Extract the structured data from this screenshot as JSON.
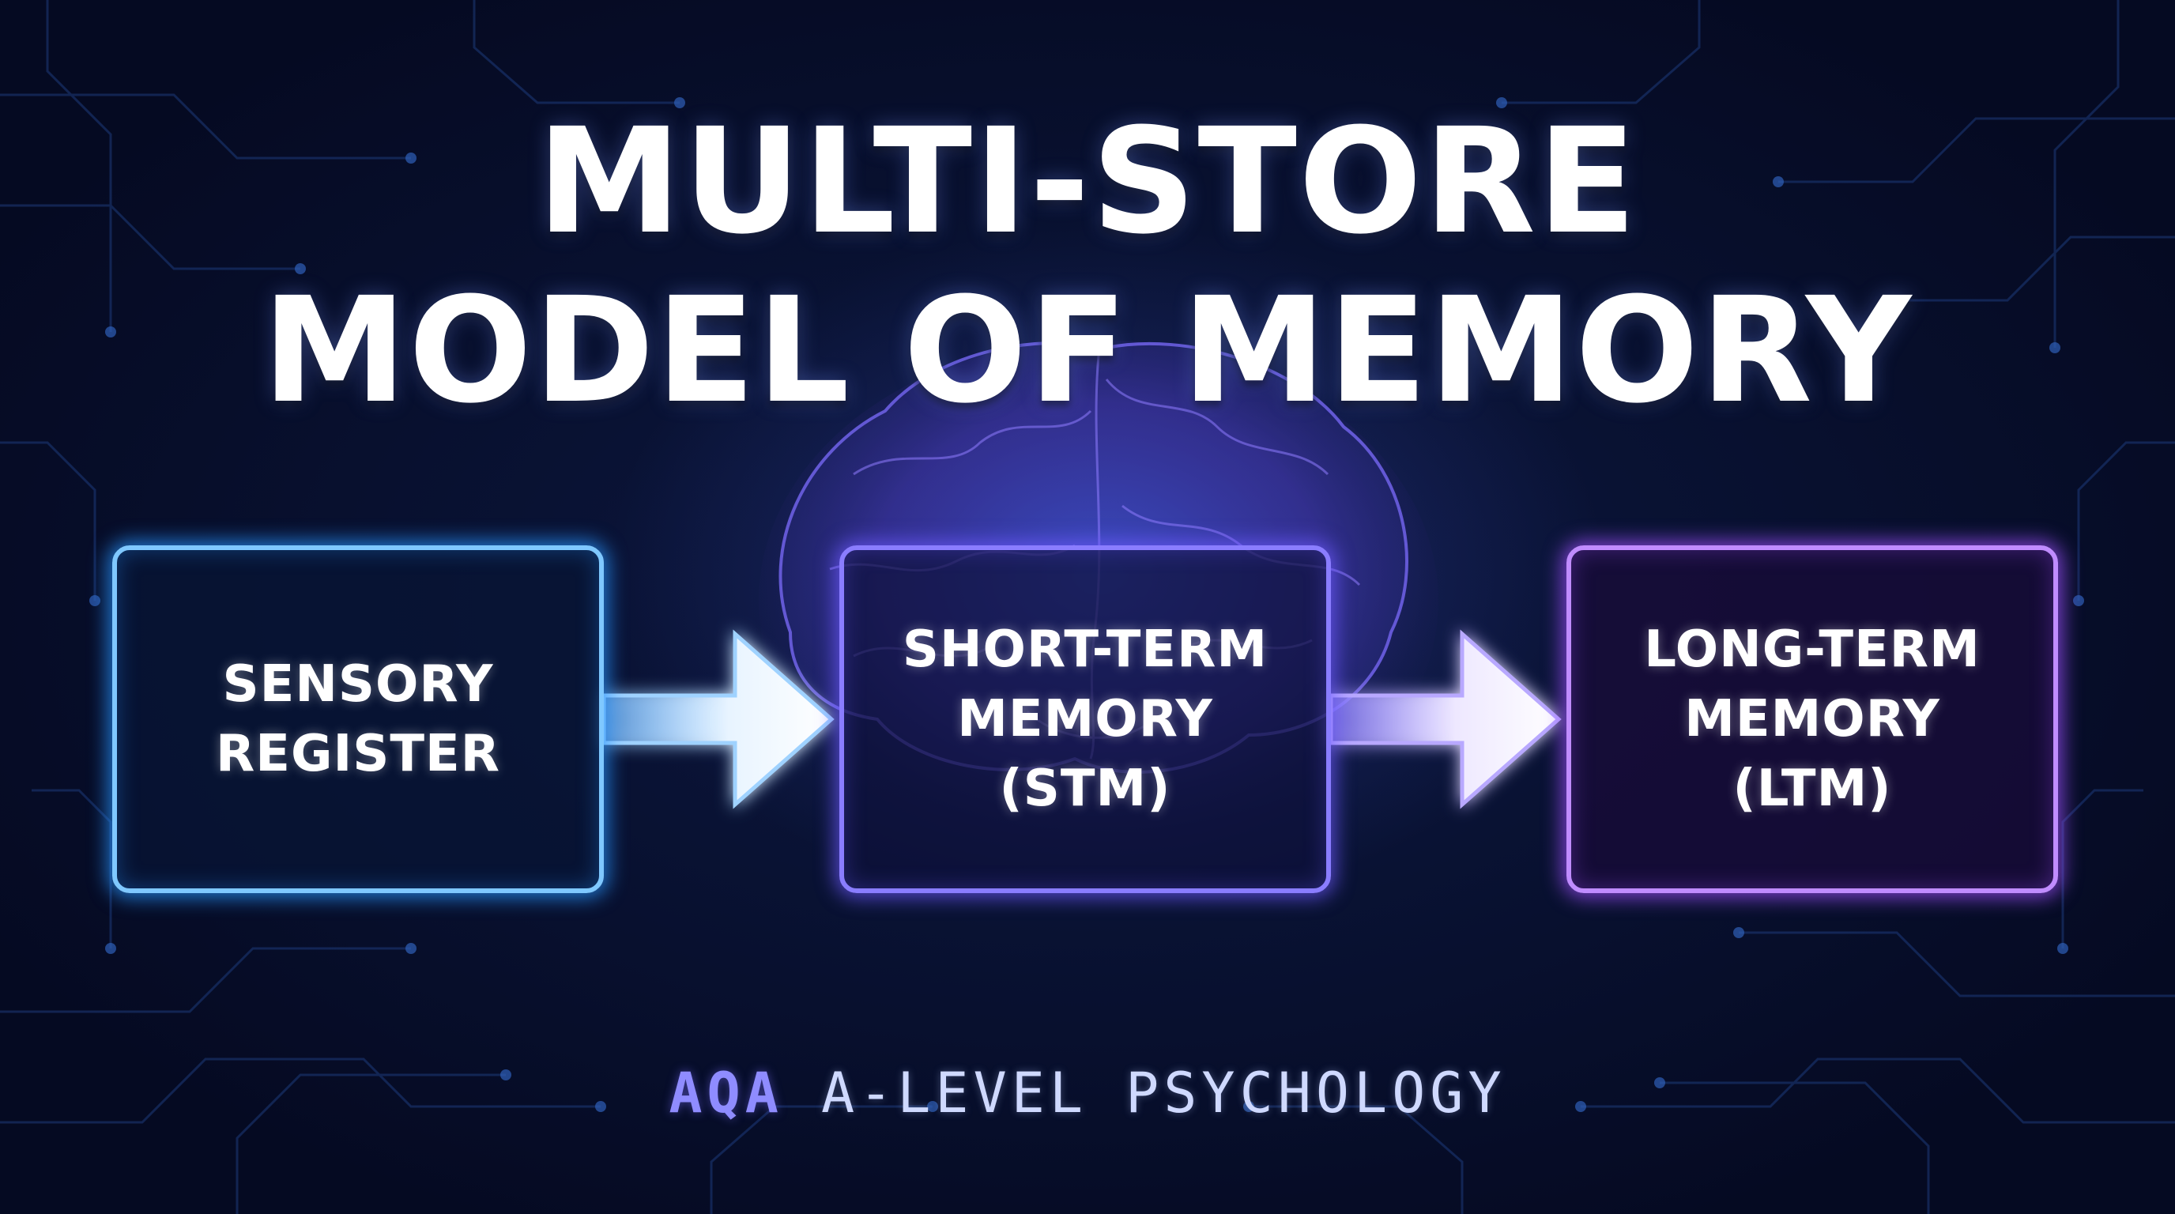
{
  "title": {
    "line1": "MULTI-STORE",
    "line2": "MODEL OF MEMORY"
  },
  "stores": [
    {
      "label": "SENSORY\nREGISTER",
      "color": "#7fc8ff"
    },
    {
      "label": "SHORT-TERM\nMEMORY\n(STM)",
      "color": "#8a7dff"
    },
    {
      "label": "LONG-TERM\nMEMORY\n(LTM)",
      "color": "#c08cff"
    }
  ],
  "flow": [
    {
      "from": "SENSORY REGISTER",
      "to": "SHORT-TERM MEMORY (STM)"
    },
    {
      "from": "SHORT-TERM MEMORY (STM)",
      "to": "LONG-TERM MEMORY (LTM)"
    }
  ],
  "footer": {
    "accent": "AQA",
    "rest": "A-LEVEL PSYCHOLOGY"
  },
  "colors": {
    "background": "#060b24",
    "sensory": "#7fc8ff",
    "stm": "#8a7dff",
    "ltm": "#c08cff",
    "footer_accent": "#8f8cff"
  },
  "icons": [
    "circuit-board-background",
    "brain-icon",
    "arrow-right-icon"
  ]
}
